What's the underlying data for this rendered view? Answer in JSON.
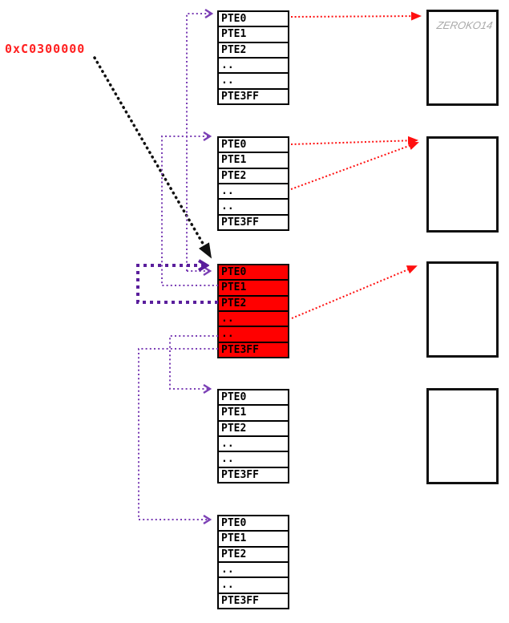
{
  "address_label": "0xC0300000",
  "watermark": "ZEROKO14",
  "pte_rows": [
    "PTE0",
    "PTE1",
    "PTE2",
    "..",
    "..",
    "PTE3FF"
  ],
  "tables": [
    {
      "id": "page-table-1",
      "highlighted": false
    },
    {
      "id": "page-table-2",
      "highlighted": false
    },
    {
      "id": "page-directory",
      "highlighted": true
    },
    {
      "id": "page-table-4",
      "highlighted": false
    },
    {
      "id": "page-table-5",
      "highlighted": false
    }
  ],
  "frames": [
    {
      "id": "page-frame-1",
      "has_watermark": true
    },
    {
      "id": "page-frame-2",
      "has_watermark": false
    },
    {
      "id": "page-frame-3",
      "has_watermark": false
    },
    {
      "id": "page-frame-4",
      "has_watermark": false
    }
  ],
  "colors": {
    "highlight_fill": "#FF0000",
    "red_arrow": "#FF1010",
    "address_text": "#FF2020",
    "purple_thin": "#7B3FB5",
    "purple_thick": "#5A1E9C",
    "black_arrow": "#111111",
    "watermark_gray": "#A9A9A9"
  }
}
